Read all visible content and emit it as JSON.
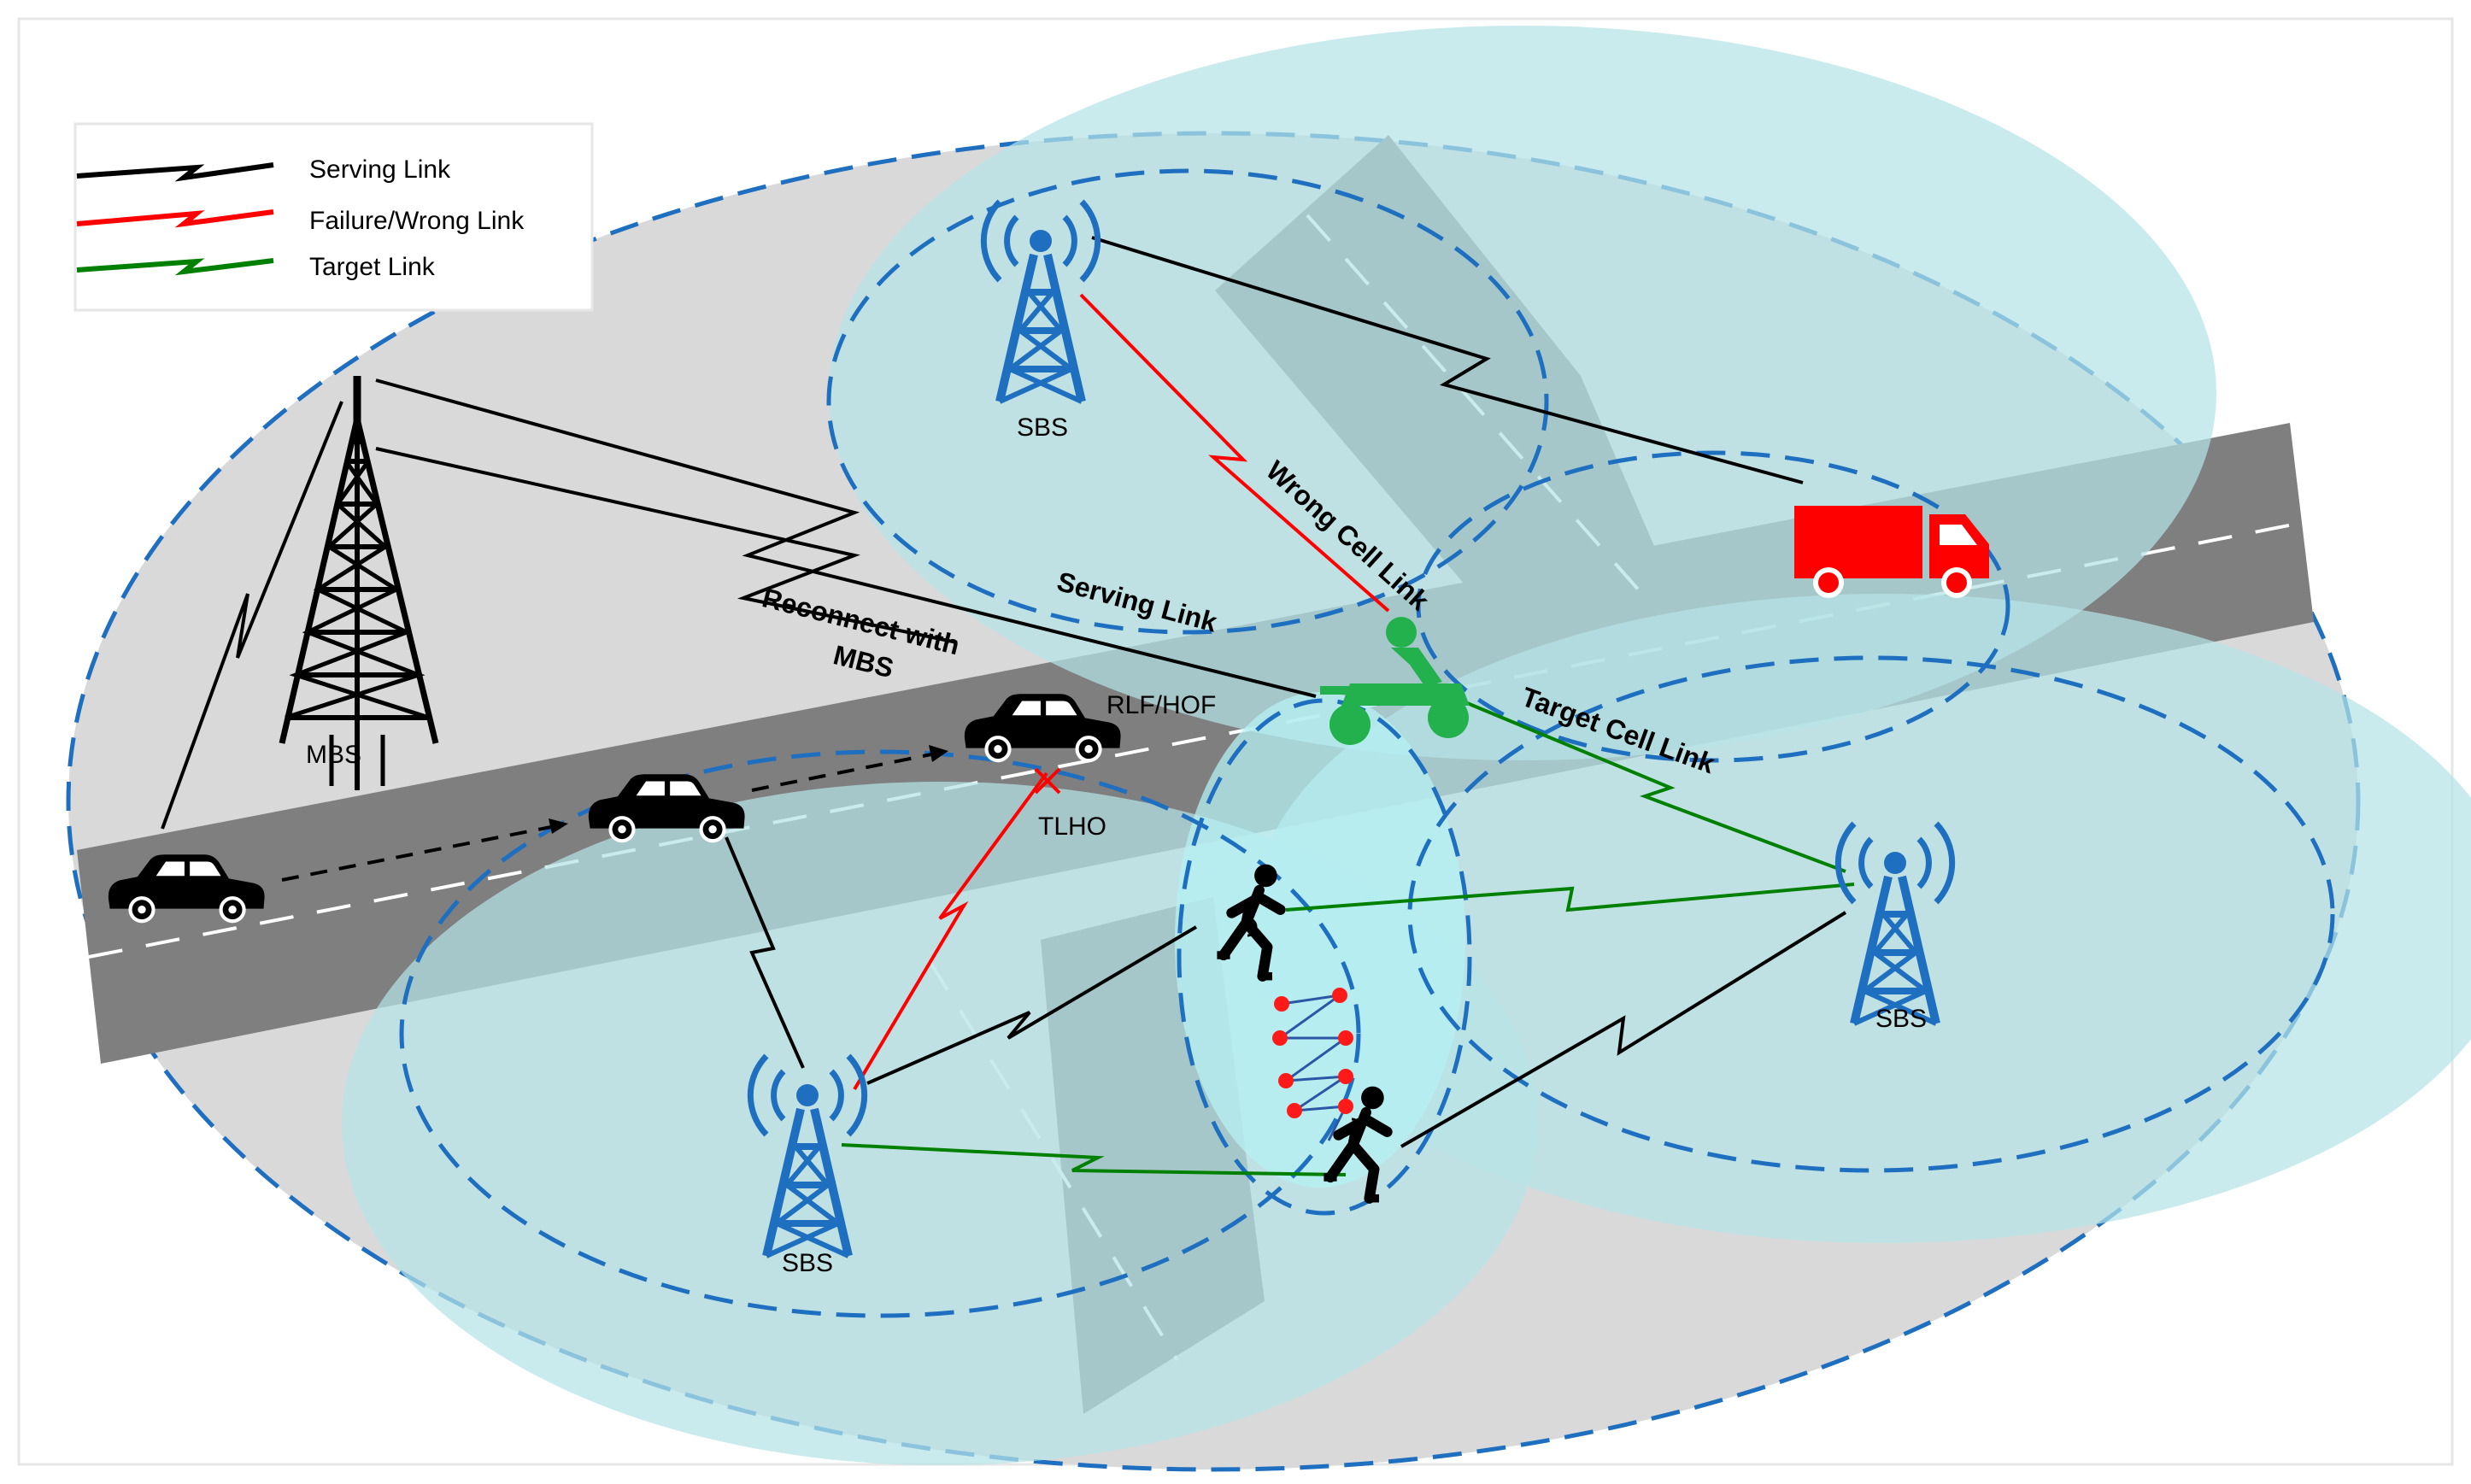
{
  "legend": {
    "serving": "Serving Link",
    "failure": "Failure/Wrong Link",
    "target": "Target Link"
  },
  "labels": {
    "mbs": "MBS",
    "sbs_top": "SBS",
    "sbs_right": "SBS",
    "sbs_bottom": "SBS",
    "reconnect_line1": "Reconnect with",
    "reconnect_line2": "MBS",
    "serving_link": "Serving Link",
    "wrong_cell_link": "Wrong Cell Link",
    "target_cell_link": "Target Cell Link",
    "rlf_hof": "RLF/HOF",
    "tlho": "TLHO"
  },
  "colors": {
    "serving": "#000000",
    "failure": "#ff0000",
    "target": "#008000",
    "tower": "#1f6fc0",
    "macro_cell": "#d9d9d9",
    "small_cell": "#b5e3e6",
    "road": "#7f7f7f",
    "vehicle_red": "#ff0000",
    "vehicle_green": "#22b14c"
  }
}
